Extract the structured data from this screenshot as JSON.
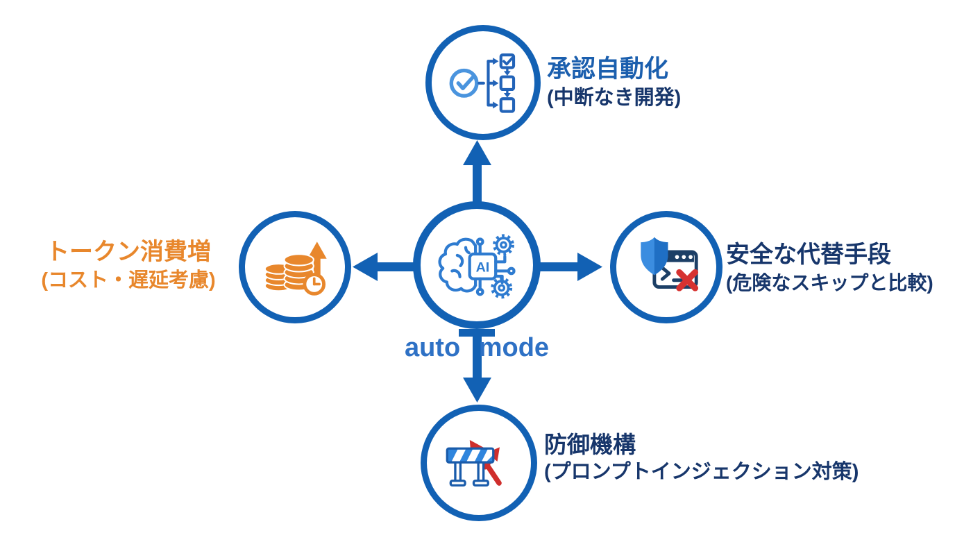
{
  "center": {
    "label": "auto mode",
    "icon": "ai-brain-chip-gears-icon"
  },
  "nodes": {
    "top": {
      "title": "承認自動化",
      "subtitle": "(中断なき開発)",
      "icon": "approval-workflow-icon",
      "title_color": "#1b5fae",
      "subtitle_color": "#17366b"
    },
    "left": {
      "title": "トークン消費増",
      "subtitle": "(コスト・遅延考慮)",
      "icon": "coins-clock-increase-icon",
      "title_color": "#e8872c",
      "subtitle_color": "#e8872c"
    },
    "right": {
      "title": "安全な代替手段",
      "subtitle": "(危険なスキップと比較)",
      "icon": "shield-terminal-block-icon",
      "title_color": "#17366b",
      "subtitle_color": "#17366b"
    },
    "bottom": {
      "title": "防御機構",
      "subtitle": "(プロンプトインジェクション対策)",
      "icon": "barrier-deflect-arrows-icon",
      "title_color": "#17366b",
      "subtitle_color": "#17366b"
    }
  },
  "colors": {
    "arrow_blue": "#1261b4",
    "circle_border_blue": "#1261b4",
    "icon_blue": "#2e7bd0",
    "light_blue": "#4a94de",
    "navy_text": "#17366b",
    "blue_title": "#1b5fae",
    "auto_mode_blue": "#2e71c5",
    "orange": "#e8872c",
    "red": "#cf2e2c",
    "background": "#ffffff"
  }
}
